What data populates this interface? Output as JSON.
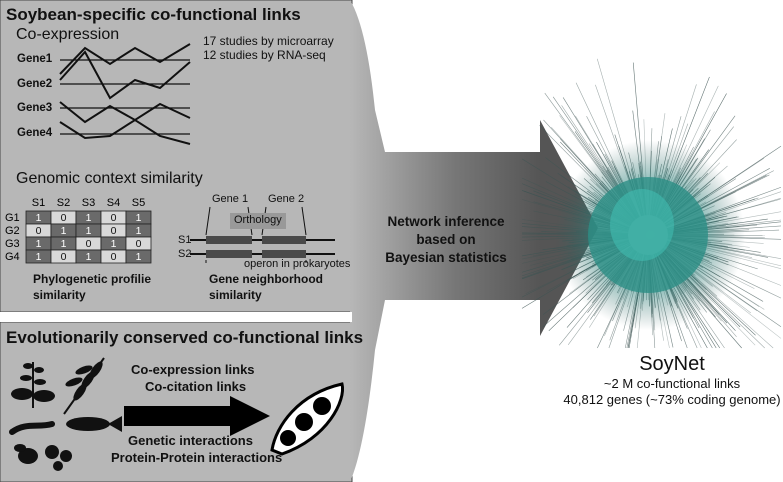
{
  "top_panel": {
    "title": "Soybean-specific co-functional links",
    "coexpression": {
      "heading": "Co-expression",
      "genes": [
        "Gene1",
        "Gene2",
        "Gene3",
        "Gene4"
      ],
      "studies": [
        "17 studies by microarray",
        "12 studies by RNA-seq"
      ]
    },
    "genomic": {
      "heading": "Genomic context similarity",
      "matrix": {
        "columns": [
          "S1",
          "S2",
          "S3",
          "S4",
          "S5"
        ],
        "rows": [
          {
            "label": "G1",
            "values": [
              "1",
              "0",
              "1",
              "0",
              "1"
            ]
          },
          {
            "label": "G2",
            "values": [
              "0",
              "1",
              "1",
              "0",
              "1"
            ]
          },
          {
            "label": "G3",
            "values": [
              "1",
              "1",
              "0",
              "1",
              "0"
            ]
          },
          {
            "label": "G4",
            "values": [
              "1",
              "0",
              "1",
              "0",
              "1"
            ]
          }
        ],
        "caption_line1": "Phylogenetic profilie",
        "caption_line2": "similarity"
      },
      "neighborhood": {
        "gene1": "Gene 1",
        "gene2": "Gene 2",
        "orthology": "Orthology",
        "s1": "S1",
        "s2": "S2",
        "operon": "operon in prokaryotes",
        "caption_line1": "Gene neighborhood",
        "caption_line2": "similarity"
      }
    }
  },
  "bottom_panel": {
    "title": "Evolutionarily conserved co-functional links",
    "links_top": [
      "Co-expression links",
      "Co-citation links"
    ],
    "links_bottom": [
      "Genetic interactions",
      "Protein-Protein interactions"
    ]
  },
  "center": {
    "lines": [
      "Network inference",
      "based on",
      "Bayesian statistics"
    ]
  },
  "soynet": {
    "title": "SoyNet",
    "line1": "~2 M co-functional links",
    "line2": "40,812 genes (~73% coding genome)"
  },
  "colors": {
    "panel": "#b7b7b7",
    "network": "#3ea7a0",
    "arrow_dark": "#555555",
    "matrix_dark": "#6a6a6a"
  }
}
